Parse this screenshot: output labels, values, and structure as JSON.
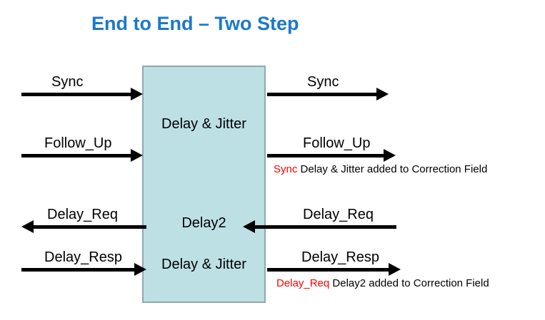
{
  "slide": {
    "title": "End to End – Two Step",
    "title_color": "#1b79c9",
    "background_color": "#ffffff"
  },
  "network_box": {
    "name": "network-delay-box",
    "fill_color": "#bde0e5",
    "border_color": "#8fa8b0",
    "labels": {
      "upper": "Delay & Jitter",
      "middle": "Delay2",
      "lower": "Delay & Jitter"
    }
  },
  "messages": {
    "left": [
      {
        "label": "Sync",
        "direction": "right"
      },
      {
        "label": "Follow_Up",
        "direction": "right"
      },
      {
        "label": "Delay_Req",
        "direction": "left"
      },
      {
        "label": "Delay_Resp",
        "direction": "right"
      }
    ],
    "right": [
      {
        "label": "Sync",
        "direction": "right"
      },
      {
        "label": "Follow_Up",
        "direction": "right"
      },
      {
        "label": "Delay_Req",
        "direction": "left"
      },
      {
        "label": "Delay_Resp",
        "direction": "right"
      }
    ]
  },
  "annotations": [
    {
      "tag": "Sync",
      "tag_color": "#ff0000",
      "text": "Delay & Jitter added to Correction Field"
    },
    {
      "tag": "Delay_Req",
      "tag_color": "#ff0000",
      "text": "Delay2 added to Correction Field"
    }
  ]
}
